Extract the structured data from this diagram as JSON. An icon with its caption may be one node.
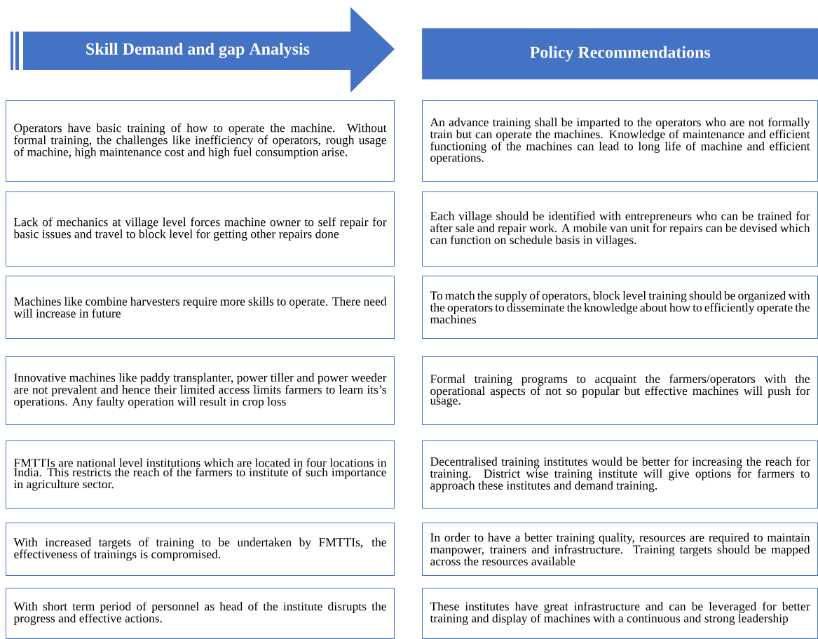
{
  "diagram": {
    "nodes": [
      {
        "text": [
          "Skill Demand  and gap Analysis"
        ]
      },
      {
        "text": [
          "Policy Recommendations"
        ]
      },
      {
        "text": [
          "Operators have basic training of how to operate the machine. Without formal training, the challenges like inefficiency of operators, rough usage of machine, high maintenance cost and high fuel consumption arise."
        ]
      },
      {
        "text": [
          "An advance training shall be imparted to the operators who are not formally train but can operate the machines. Knowledge of maintenance and efficient functioning of the machines can lead to long life of machine and efficient operations."
        ]
      },
      {
        "text": [
          "Lack of mechanics at village level forces machine owner to self repair for basic issues and travel to block level for getting other repairs done"
        ]
      },
      {
        "text": [
          "Each village should be identified with entrepreneurs who can be trained for after sale and repair work. A mobile van unit for repairs can be devised which can function on schedule basis in villages."
        ]
      },
      {
        "text": [
          "Machines like combine harvesters require more skills to operate. There need will increase in future"
        ]
      },
      {
        "text": [
          "To match the supply of operators, block level training should be organized with the operators to disseminate the knowledge about how to efficiently operate the machines"
        ]
      },
      {
        "text": [
          "Innovative machines like paddy transplanter, power tiller and power weeder are not prevalent and hence their limited access limits farmers to learn its’s operations. Any faulty operation will result in crop loss"
        ]
      },
      {
        "text": [
          "Formal training programs to acquaint the farmers/operators with the operational aspects of not so popular but effective machines will push for usage."
        ]
      },
      {
        "text": [
          "FMTTIs are national level institutions which are located in four locations in India. This restricts the reach of the farmers to institute of such importance in agriculture sector."
        ]
      },
      {
        "text": [
          "Decentralised training institutes would be better for increasing the reach for training. District wise training institute will give options for farmers to approach these institutes and demand training."
        ]
      },
      {
        "text": [
          "With increased targets of training to be undertaken by FMTTIs, the effectiveness of trainings is compromised."
        ]
      },
      {
        "text": [
          "In order to have a better training quality, resources are required to maintain manpower, trainers and infrastructure. Training targets should be mapped across the resources available"
        ]
      },
      {
        "text": [
          "With short term period of personnel as head of the institute disrupts the progress and effective actions."
        ]
      },
      {
        "text": [
          "These institutes have great infrastructure and can be leveraged for better training and display of machines with a continuous and strong leadership"
        ]
      }
    ],
    "edges": []
  }
}
